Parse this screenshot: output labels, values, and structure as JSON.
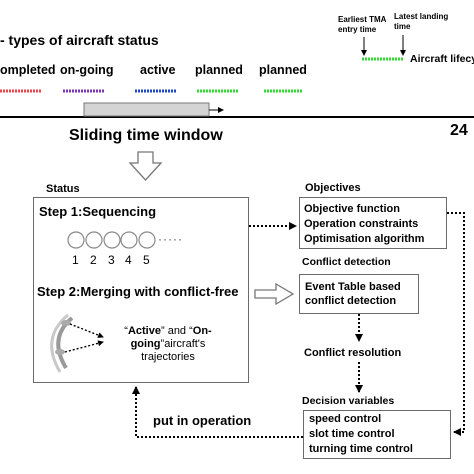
{
  "header": {
    "title": "- types of aircraft status",
    "status_types": [
      {
        "label": "ompleted",
        "color": "#e8464b"
      },
      {
        "label": "on-going",
        "color": "#7a35b8"
      },
      {
        "label": "active",
        "color": "#2046c8"
      },
      {
        "label": "planned",
        "color": "#33d933"
      },
      {
        "label": "planned",
        "color": "#33d933"
      }
    ],
    "legend": {
      "earliest_tma": "Earliest TMA\nentry time",
      "latest_landing": "Latest landing\ntime",
      "lifecycle": "Aircraft lifecy"
    }
  },
  "page_number": "24",
  "sliding_window_label": "Sliding time window",
  "status": {
    "heading": "Status",
    "step1": "Step 1:Sequencing",
    "sequence_numbers": [
      "1",
      "2",
      "3",
      "4",
      "5"
    ],
    "sequence_dots": "·····",
    "step2": "Step 2:Merging with conflict-free",
    "trajectories": {
      "active_word": "Active",
      "and_word": " and ",
      "ongoing_word": "On-going",
      "rest": "aircraft's trajectories",
      "open_quote": "“",
      "close_quote": "”"
    }
  },
  "objectives": {
    "heading": "Objectives",
    "items": [
      "Objective function",
      "Operation constraints",
      "Optimisation algorithm"
    ]
  },
  "conflict_detection": {
    "heading": "Conflict detection",
    "body": "Event Table based\nconflict detection"
  },
  "conflict_resolution": "Conflict resolution",
  "decision_variables": {
    "heading": "Decision variables",
    "items": [
      "speed control",
      "slot time control",
      "turning time control"
    ]
  },
  "put_in_operation": "put in operation"
}
